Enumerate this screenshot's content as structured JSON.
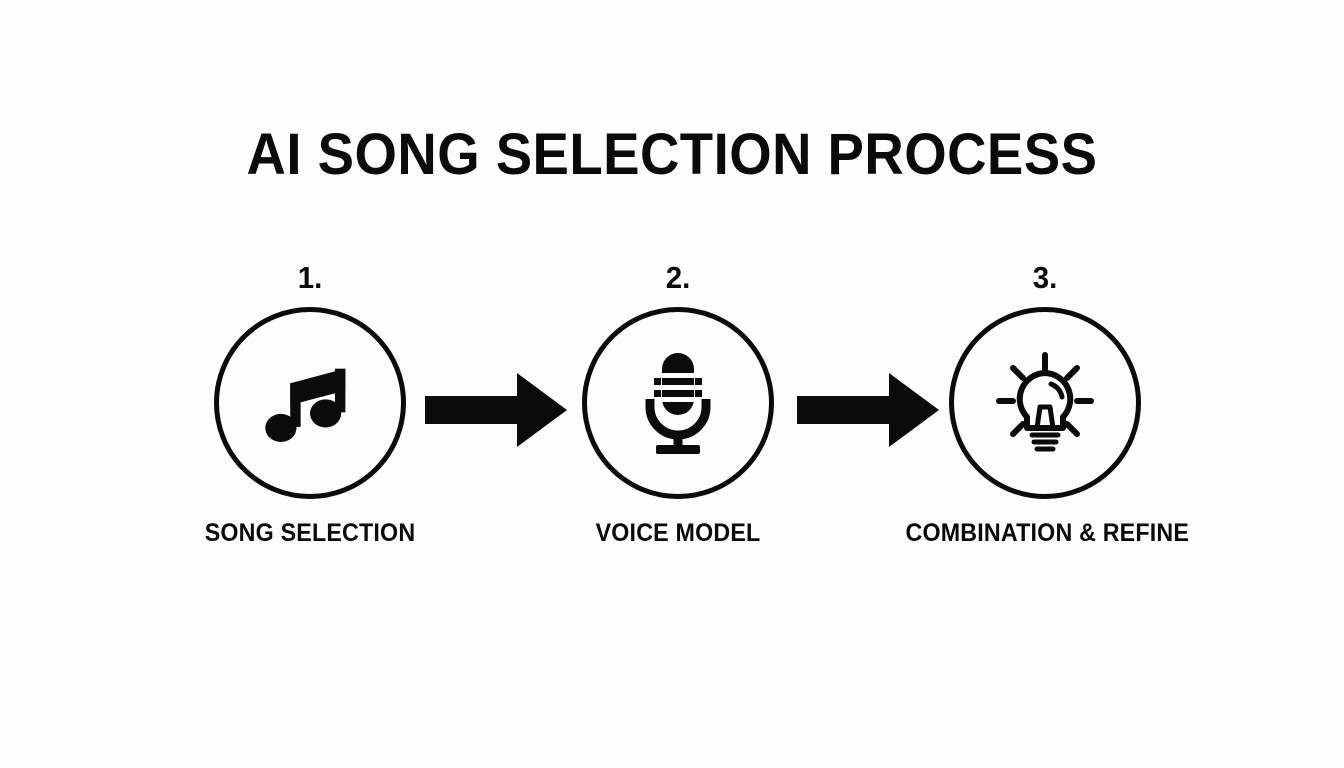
{
  "title": "AI SONG SELECTION PROCESS",
  "theme": {
    "background": "#fdfdfd",
    "ink": "#0b0b0b"
  },
  "steps": [
    {
      "number": "1.",
      "label": "SONG SELECTION",
      "icon": "music-note-icon"
    },
    {
      "number": "2.",
      "label": "VOICE MODEL",
      "icon": "microphone-icon"
    },
    {
      "number": "3.",
      "label": "COMBINATION & REFINE",
      "icon": "lightbulb-icon"
    }
  ],
  "connectors": [
    {
      "name": "arrow-step1-to-step2",
      "direction": "right"
    },
    {
      "name": "arrow-step2-to-step3",
      "direction": "right"
    }
  ]
}
